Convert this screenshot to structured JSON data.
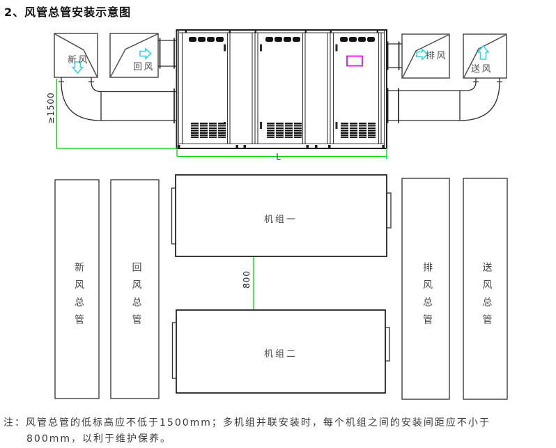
{
  "title": "2、风管总管安装示意图",
  "elevation": {
    "fresh_air_label": "新风",
    "return_air_label": "回风",
    "exhaust_air_label": "排风",
    "supply_air_label": "送风",
    "min_height_dim": "≥1500",
    "length_dim": "L"
  },
  "plan": {
    "fresh_air_main": "新风总管",
    "return_air_main": "回风总管",
    "exhaust_air_main": "排风总管",
    "supply_air_main": "送风总管",
    "unit1_label": "机组一",
    "unit2_label": "机组二",
    "spacing_dim": "800"
  },
  "note_line1": "注：风管总管的低标高应不低于1500mm；多机组并联安装时，每个机组之间的安装间距应不小于",
  "note_line2": "800mm，以利于维护保养。",
  "colors": {
    "dimension_green": "#00d400",
    "airflow_cyan": "#2bd8e4",
    "highlight_magenta": "#ff00ff",
    "line_dark": "#2b2b2b",
    "box_gray": "#4f4f4f",
    "text_gray": "#4a4a4a"
  }
}
